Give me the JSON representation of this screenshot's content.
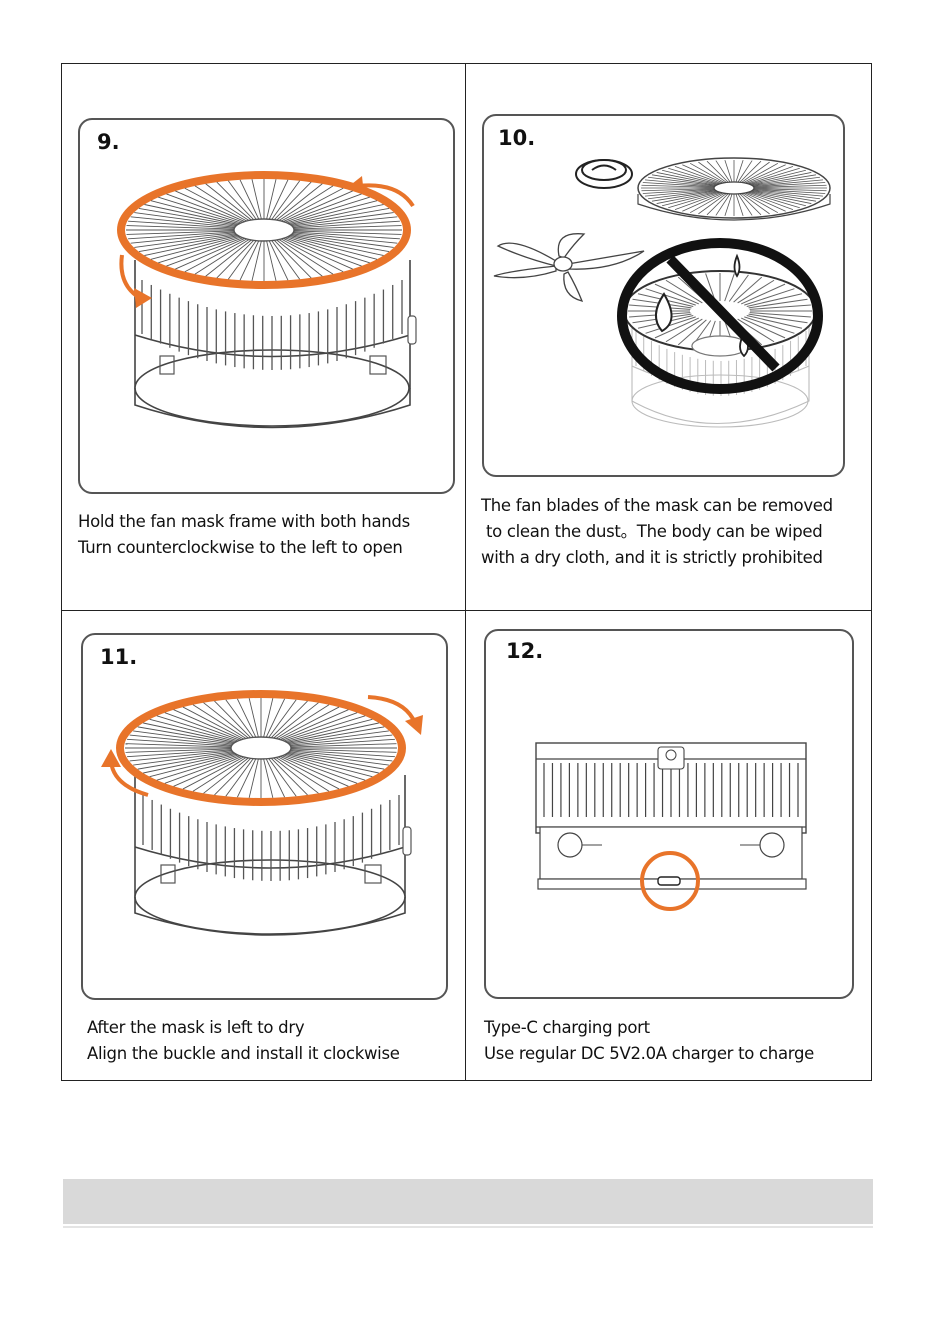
{
  "steps": [
    {
      "number": "9.",
      "illustration": "fan-open-counterclockwise",
      "lines": [
        "Hold the fan mask frame with both hands",
        "Turn counterclockwise to the left to open"
      ]
    },
    {
      "number": "10.",
      "illustration": "fan-parts-cleaning",
      "lines": [
        "The fan blades of the mask can be removed",
        " to clean the dust。The body can be wiped",
        "with a dry cloth, and it is strictly prohibited"
      ]
    },
    {
      "number": "11.",
      "illustration": "fan-install-clockwise",
      "lines": [
        "After the mask is left to dry",
        "Align the buckle and install it clockwise"
      ]
    },
    {
      "number": "12.",
      "illustration": "fan-type-c-port",
      "lines": [
        "Type-C charging port",
        "Use regular DC 5V2.0A charger to charge"
      ]
    }
  ],
  "colors": {
    "accent": "#e8742a",
    "prohibited": "#111111",
    "footer_bar": "#d9d9d9"
  }
}
